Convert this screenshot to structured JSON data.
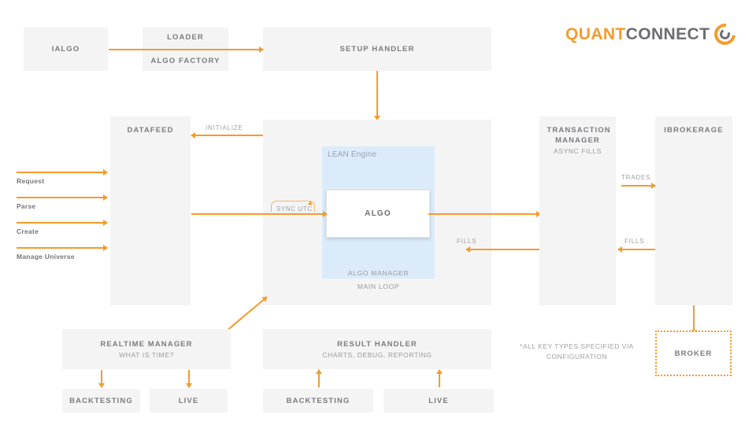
{
  "brand": {
    "word1": "QUANT",
    "word2": "CONNECT",
    "color_orange": "#f59b2c",
    "color_gray": "#6d6e71",
    "logo_icon": "circular-arrow-icon"
  },
  "palette": {
    "box_fill": "#f4f4f4",
    "lean_fill": "#dbebfa",
    "arrow": "#f59b2c",
    "title_text": "#7b7b80",
    "subtitle_text": "#9a9a9f"
  },
  "boxes": {
    "ialgo": {
      "title": "IALGO"
    },
    "loader": {
      "title": "LOADER",
      "subtitle": "ALGO FACTORY"
    },
    "setup_handler": {
      "title": "SETUP HANDLER"
    },
    "datafeed": {
      "title": "DATAFEED"
    },
    "transaction_manager": {
      "title": "TRANSACTION MANAGER",
      "subtitle": "ASYNC FILLS"
    },
    "ibrokerage": {
      "title": "IBROKERAGE"
    },
    "broker": {
      "title": "BROKER"
    },
    "realtime_manager": {
      "title": "REALTIME MANAGER",
      "subtitle": "WHAT IS TIME?"
    },
    "result_handler": {
      "title": "RESULT HANDLER",
      "subtitle": "CHARTS, DEBUG, REPORTING"
    },
    "rt_backtesting": {
      "title": "BACKTESTING"
    },
    "rt_live": {
      "title": "LIVE"
    },
    "rh_backtesting": {
      "title": "BACKTESTING"
    },
    "rh_live": {
      "title": "LIVE"
    }
  },
  "engine": {
    "panel_label": "LEAN Engine",
    "algo_label": "ALGO",
    "algo_manager_label": "ALGO MANAGER",
    "main_loop_label": "MAIN LOOP"
  },
  "arrow_labels": {
    "initialize": "INITIALIZE",
    "sync_utc": "SYNC UTC",
    "trades": "TRADES",
    "fills_center": "FILLS",
    "fills_right": "FILLS"
  },
  "inputs": [
    {
      "label": "Request"
    },
    {
      "label": "Parse"
    },
    {
      "label": "Create"
    },
    {
      "label": "Manage Universe"
    }
  ],
  "footnote": "*ALL KEY TYPES SPECIFIED VIA CONFIGURATION"
}
